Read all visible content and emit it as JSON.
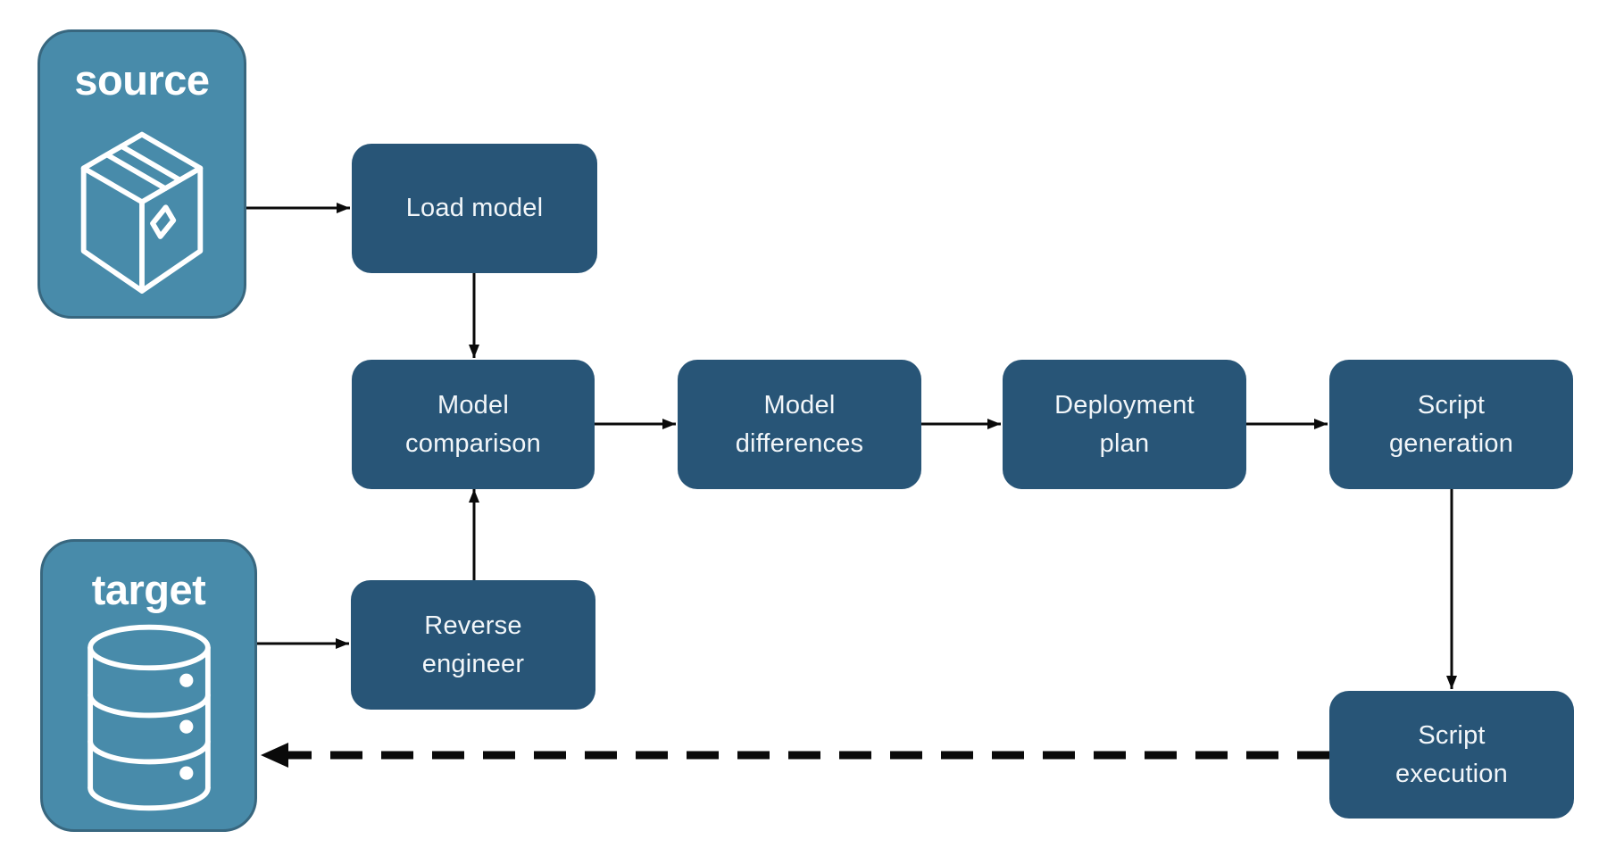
{
  "diagram": {
    "source": {
      "label": "source",
      "icon": "package-icon"
    },
    "target": {
      "label": "target",
      "icon": "database-icon"
    },
    "nodes": [
      {
        "id": "load-model",
        "label": "Load model"
      },
      {
        "id": "model-comparison",
        "label": "Model comparison"
      },
      {
        "id": "model-differences",
        "label": "Model differences"
      },
      {
        "id": "deployment-plan",
        "label": "Deployment plan"
      },
      {
        "id": "script-generation",
        "label": "Script generation"
      },
      {
        "id": "reverse-engineer",
        "label": "Reverse engineer"
      },
      {
        "id": "script-execution",
        "label": "Script execution"
      }
    ],
    "edges": [
      {
        "from": "source",
        "to": "Load model",
        "style": "solid"
      },
      {
        "from": "Load model",
        "to": "Model comparison",
        "style": "solid"
      },
      {
        "from": "Reverse engineer",
        "to": "Model comparison",
        "style": "solid"
      },
      {
        "from": "target",
        "to": "Reverse engineer",
        "style": "solid"
      },
      {
        "from": "Model comparison",
        "to": "Model differences",
        "style": "solid"
      },
      {
        "from": "Model differences",
        "to": "Deployment plan",
        "style": "solid"
      },
      {
        "from": "Deployment plan",
        "to": "Script generation",
        "style": "solid"
      },
      {
        "from": "Script generation",
        "to": "Script execution",
        "style": "solid"
      },
      {
        "from": "Script execution",
        "to": "target",
        "style": "dashed"
      }
    ],
    "colors": {
      "background": "#FFFFFF",
      "container_fill": "#488BAA",
      "container_border": "#38677F",
      "node_fill": "#285577",
      "node_text": "#F2F6F9",
      "container_text": "#FFFFFF",
      "arrow": "#0A0A0A"
    }
  }
}
